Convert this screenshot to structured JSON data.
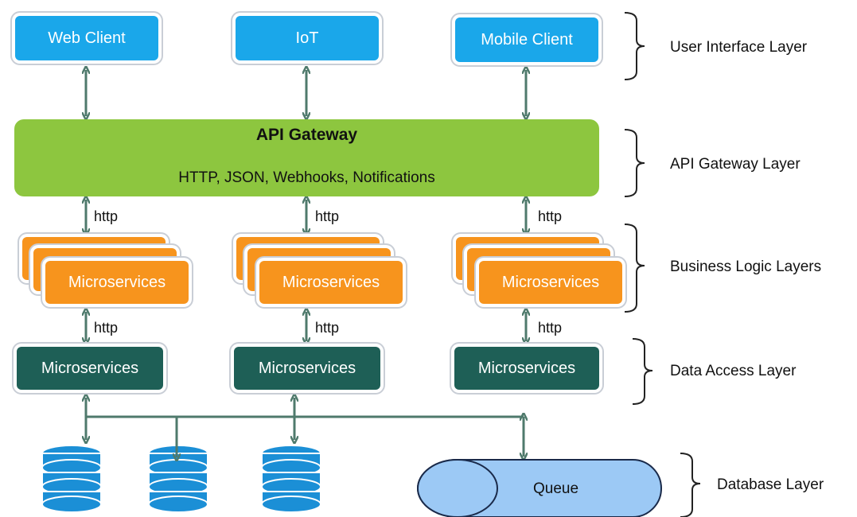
{
  "clients": {
    "web": "Web Client",
    "iot": "IoT",
    "mobile": "Mobile Client"
  },
  "gateway": {
    "title": "API Gateway",
    "subtitle": "HTTP, JSON, Webhooks, Notifications"
  },
  "protocol_label": "http",
  "business_services": [
    "Microservices",
    "Microservices",
    "Microservices"
  ],
  "data_services": [
    "Microservices",
    "Microservices",
    "Microservices"
  ],
  "queue_label": "Queue",
  "layers": [
    "User Interface Layer",
    "API Gateway Layer",
    "Business Logic Layers",
    "Data Access Layer",
    "Database Layer"
  ],
  "colors": {
    "client": "#1aa7ea",
    "gateway": "#8dc63f",
    "business": "#f7941d",
    "data_access": "#1e5f56",
    "database": "#1b8fd6",
    "queue": "#9cc9f5",
    "arrow": "#4f7a6c"
  }
}
